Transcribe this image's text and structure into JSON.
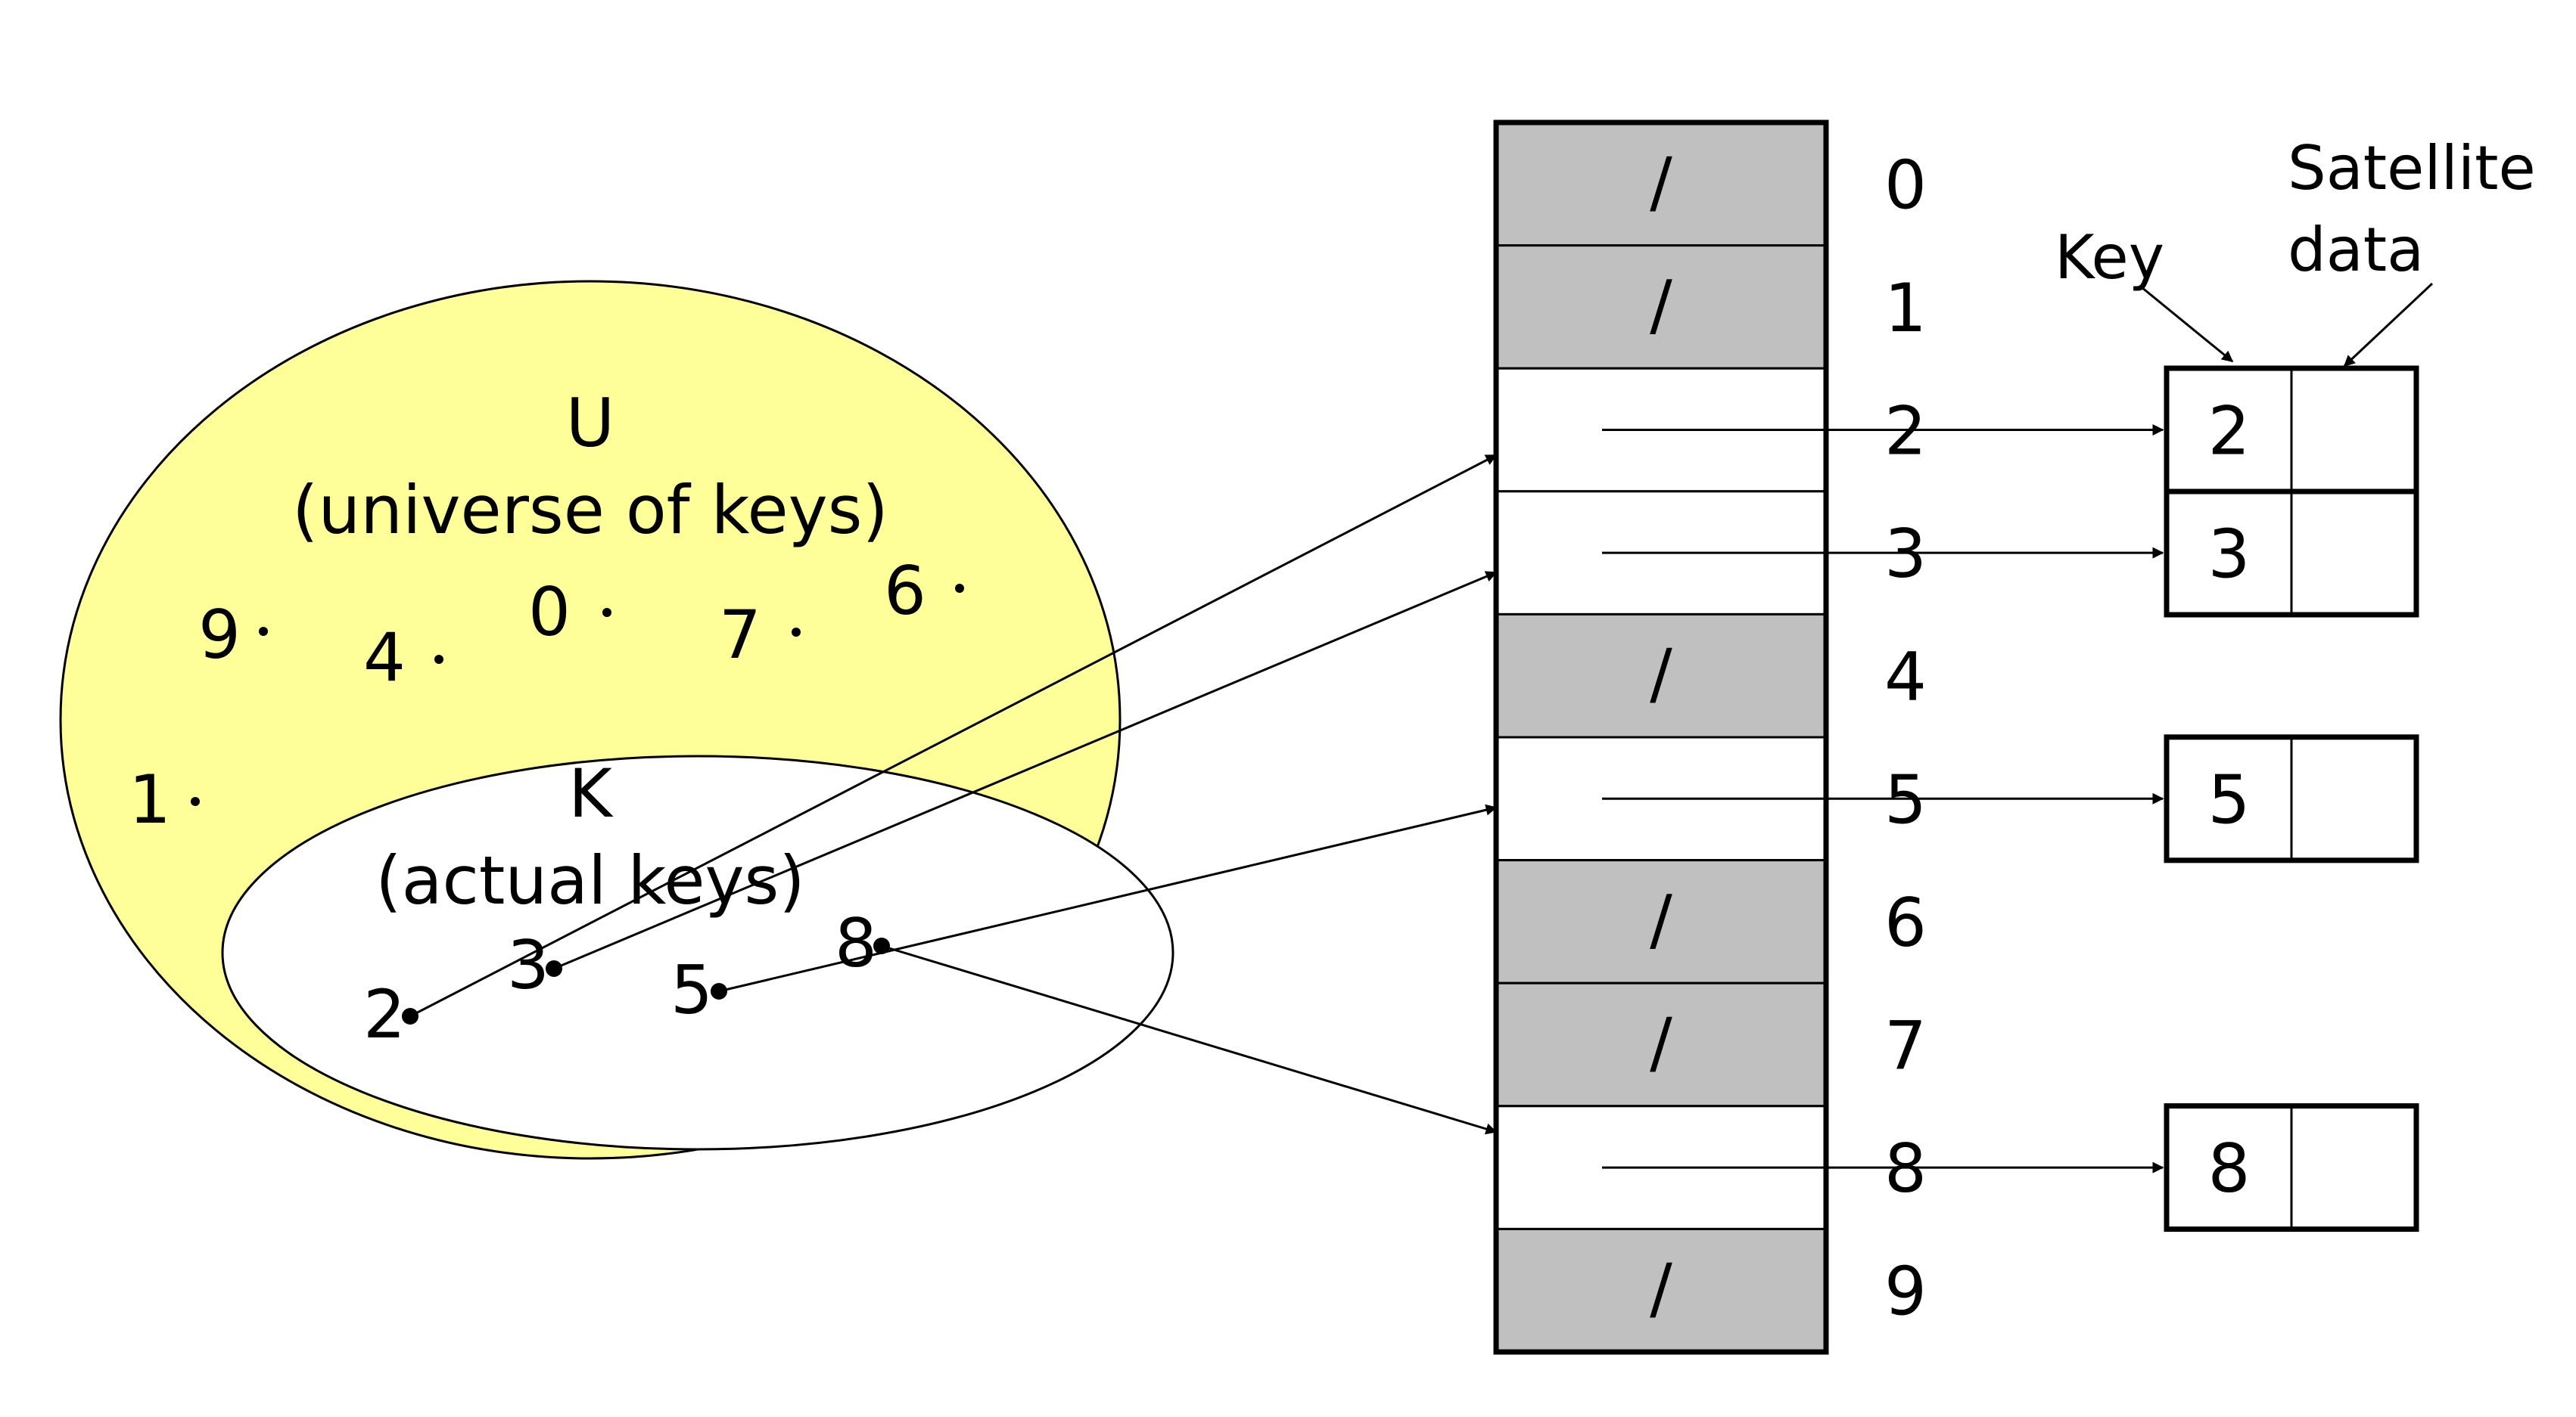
{
  "universe": {
    "title": "U",
    "subtitle": "(universe of keys)",
    "fill": "#ffff99"
  },
  "actual": {
    "title": "K",
    "subtitle": "(actual keys)"
  },
  "universe_keys": [
    "9",
    "4",
    "0",
    "7",
    "6",
    "1"
  ],
  "actual_keys": [
    "2",
    "3",
    "5",
    "8"
  ],
  "table": {
    "slots": [
      {
        "index": "0",
        "empty": true,
        "nil": "/"
      },
      {
        "index": "1",
        "empty": true,
        "nil": "/"
      },
      {
        "index": "2",
        "empty": false
      },
      {
        "index": "3",
        "empty": false
      },
      {
        "index": "4",
        "empty": true,
        "nil": "/"
      },
      {
        "index": "5",
        "empty": false
      },
      {
        "index": "6",
        "empty": true,
        "nil": "/"
      },
      {
        "index": "7",
        "empty": true,
        "nil": "/"
      },
      {
        "index": "8",
        "empty": false
      },
      {
        "index": "9",
        "empty": true,
        "nil": "/"
      }
    ],
    "empty_fill": "#c0c0c0"
  },
  "records": [
    {
      "key": "2",
      "slot": "2"
    },
    {
      "key": "3",
      "slot": "3"
    },
    {
      "key": "5",
      "slot": "5"
    },
    {
      "key": "8",
      "slot": "8"
    }
  ],
  "labels": {
    "key": "Key",
    "satellite_line1": "Satellite",
    "satellite_line2": "data"
  }
}
